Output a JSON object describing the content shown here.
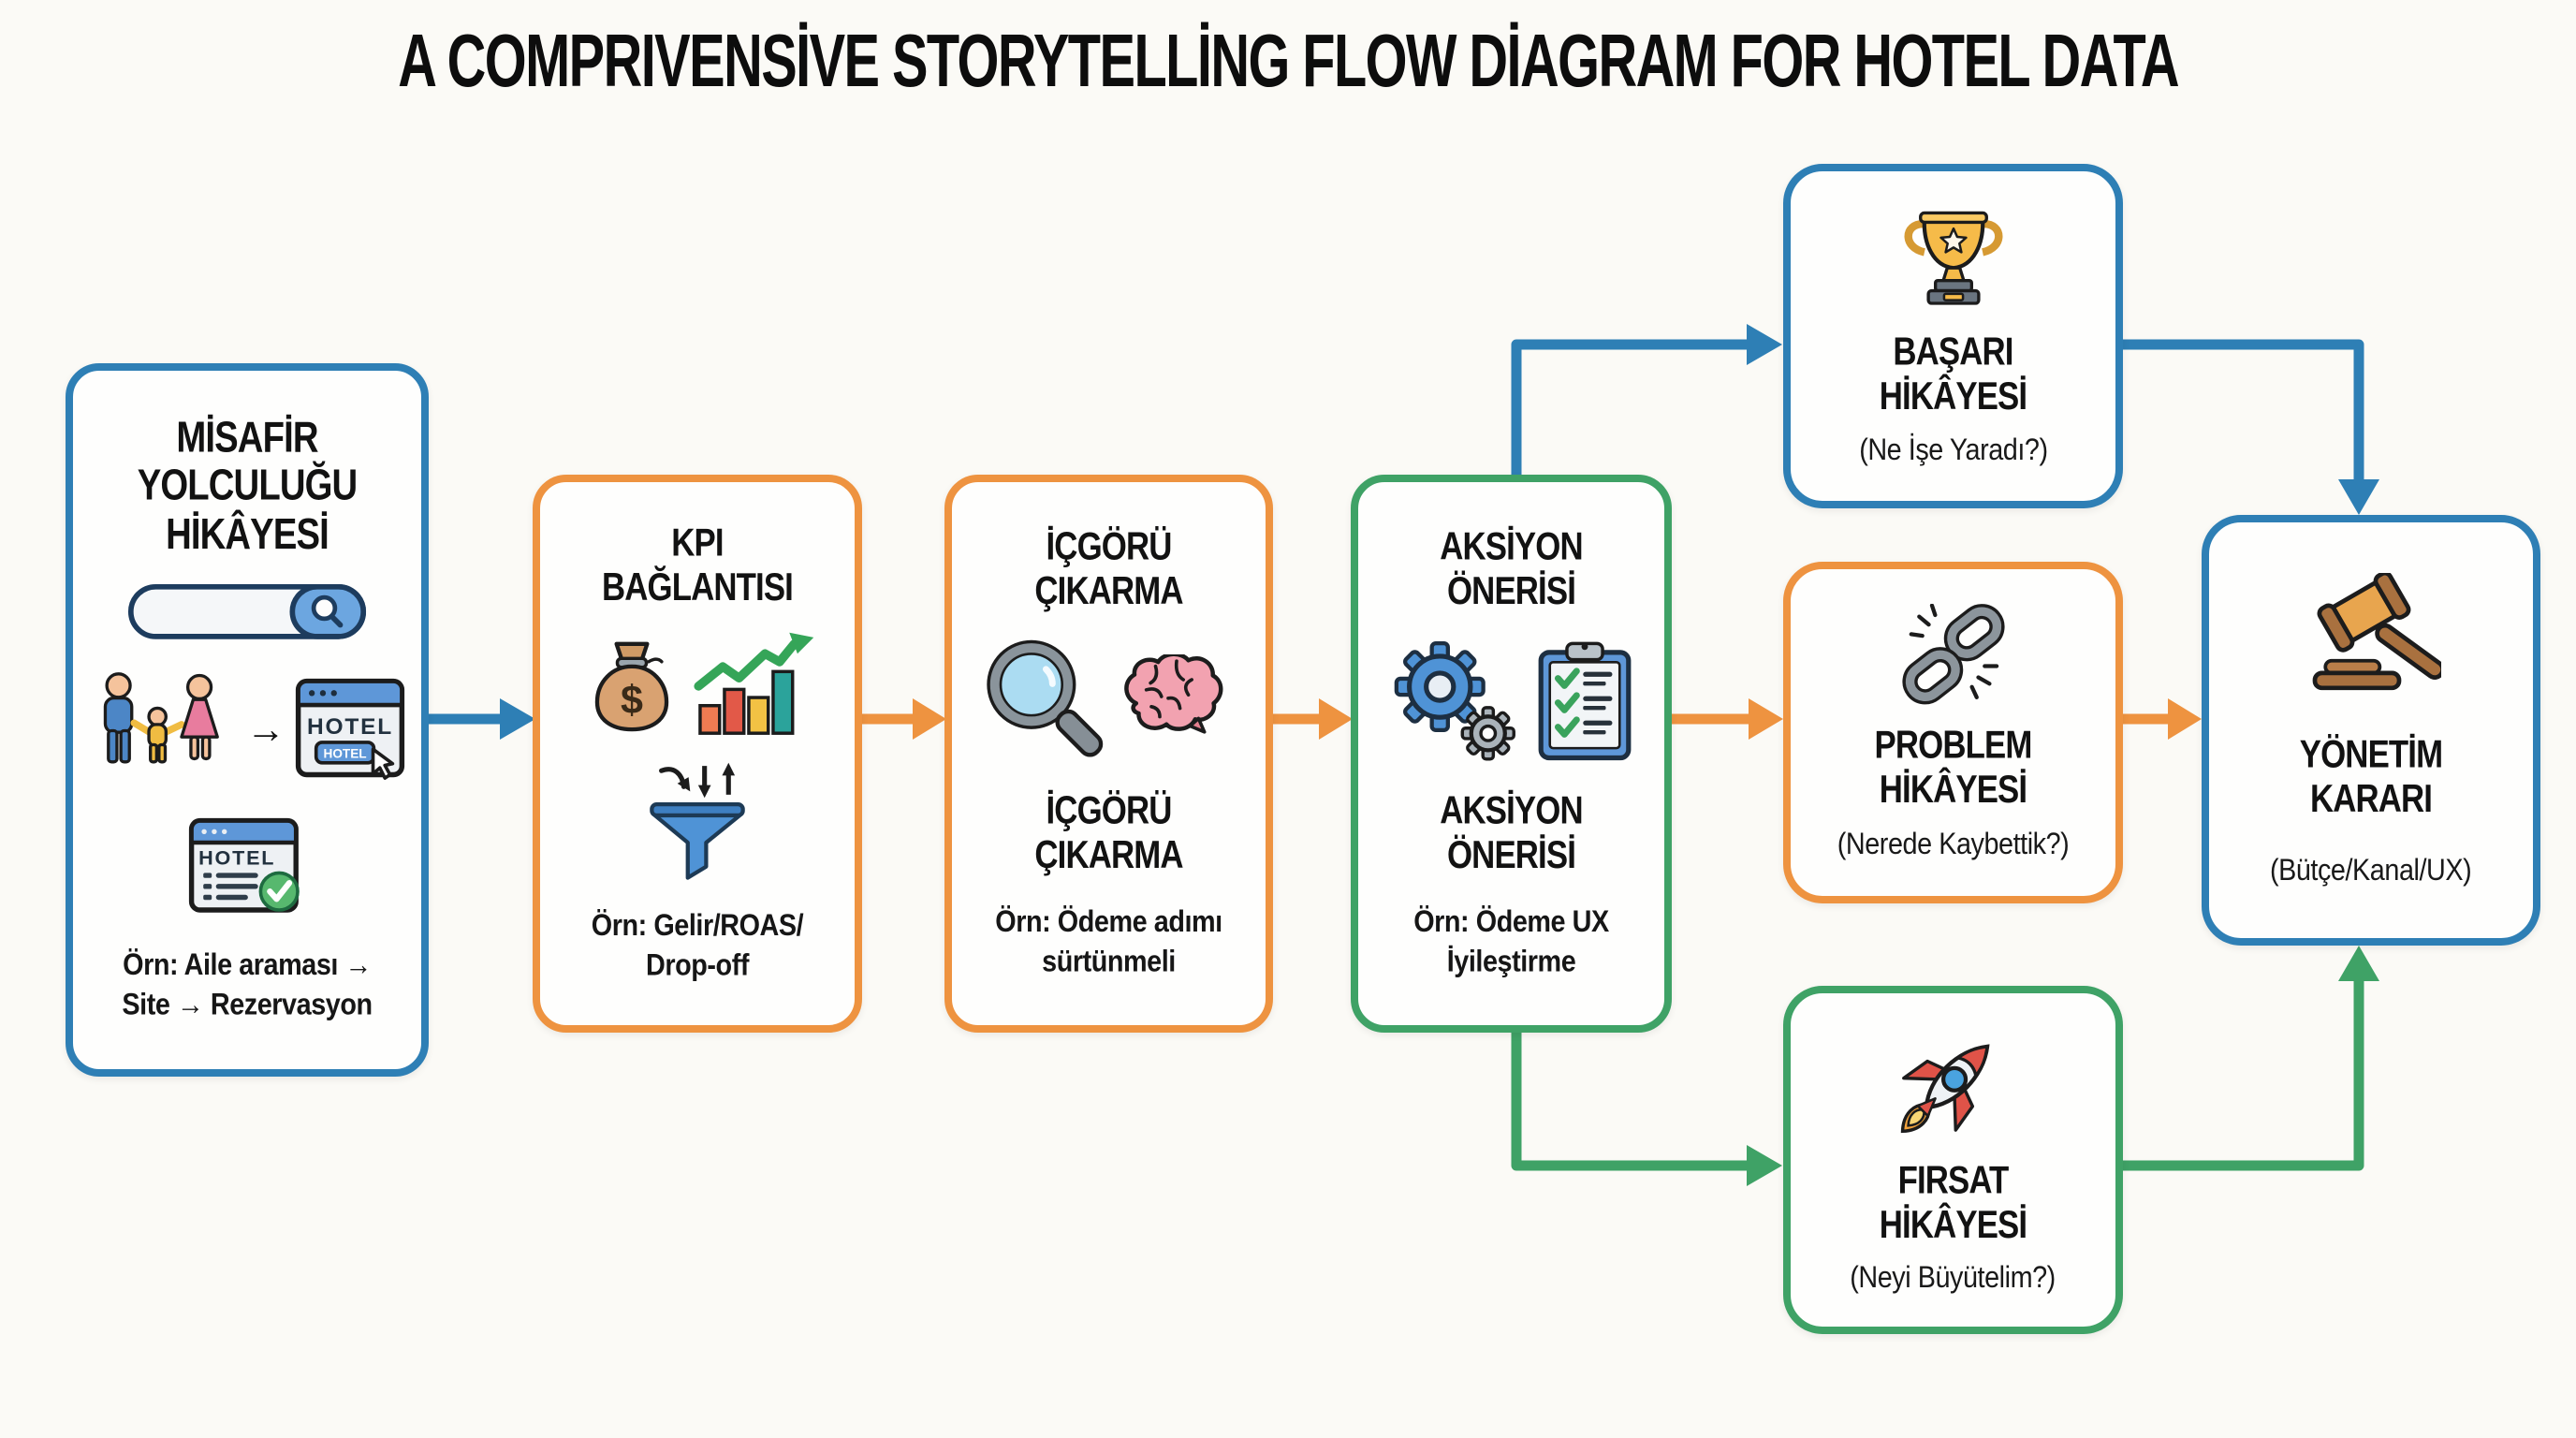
{
  "title": "A COMPRIVENSİVE STORYTELLİNG FLOW DİAGRAM FOR HOTEL DATA",
  "colors": {
    "blue": "#2e7fb5",
    "orange": "#ee9340",
    "green": "#3fa266",
    "background": "#fbfaf6",
    "text": "#141414"
  },
  "nodes": {
    "guest_journey": {
      "title": "MİSAFİR YOLCULUĞU HİKÂYESİ",
      "example": "Örn: Aile araması → Site → Rezervasyon",
      "family_to_site_arrow": "→",
      "hotel_site_label": "HOTEL",
      "hotel_button_label": "HOTEL",
      "hotel_confirm_label": "HOTEL",
      "border_color": "blue",
      "icons": [
        "search-bar-icon",
        "family-icon",
        "right-arrow-glyph",
        "hotel-website-icon",
        "booking-confirmed-icon"
      ]
    },
    "kpi_link": {
      "title": "KPI BAĞLANTISI",
      "example": "Örn: Gelir/ROAS/ Drop-off",
      "money_symbol": "$",
      "border_color": "orange",
      "icons": [
        "money-bag-icon",
        "bar-chart-growth-icon",
        "funnel-icon"
      ]
    },
    "insight": {
      "title": "İÇGÖRÜ ÇIKARMA",
      "repeat_label": "İÇGÖRÜ ÇIKARMA",
      "example": "Örn: Ödeme adımı sürtünmeli",
      "border_color": "orange",
      "icons": [
        "magnifier-icon",
        "brain-icon"
      ]
    },
    "action": {
      "title": "AKSİYON ÖNERİSİ",
      "repeat_label": "AKSİYON ÖNERİSİ",
      "example": "Örn: Ödeme UX İyileştirme",
      "border_color": "green",
      "icons": [
        "gears-icon",
        "checklist-clipboard-icon"
      ]
    },
    "success_story": {
      "title": "BAŞARI HİKÂYESİ",
      "subtitle": "(Ne İşe Yaradı?)",
      "border_color": "blue",
      "icons": [
        "trophy-icon"
      ]
    },
    "problem_story": {
      "title": "PROBLEM HİKÂYESİ",
      "subtitle": "(Nerede Kaybettik?)",
      "border_color": "orange",
      "icons": [
        "broken-chain-icon"
      ]
    },
    "opportunity_story": {
      "title": "FIRSAT HİKÂYESİ",
      "subtitle": "(Neyi Büyütelim?)",
      "border_color": "green",
      "icons": [
        "rocket-icon"
      ]
    },
    "management_decision": {
      "title": "YÖNETİM KARARI",
      "subtitle": "(Bütçe/Kanal/UX)",
      "border_color": "blue",
      "icons": [
        "gavel-icon"
      ]
    }
  }
}
